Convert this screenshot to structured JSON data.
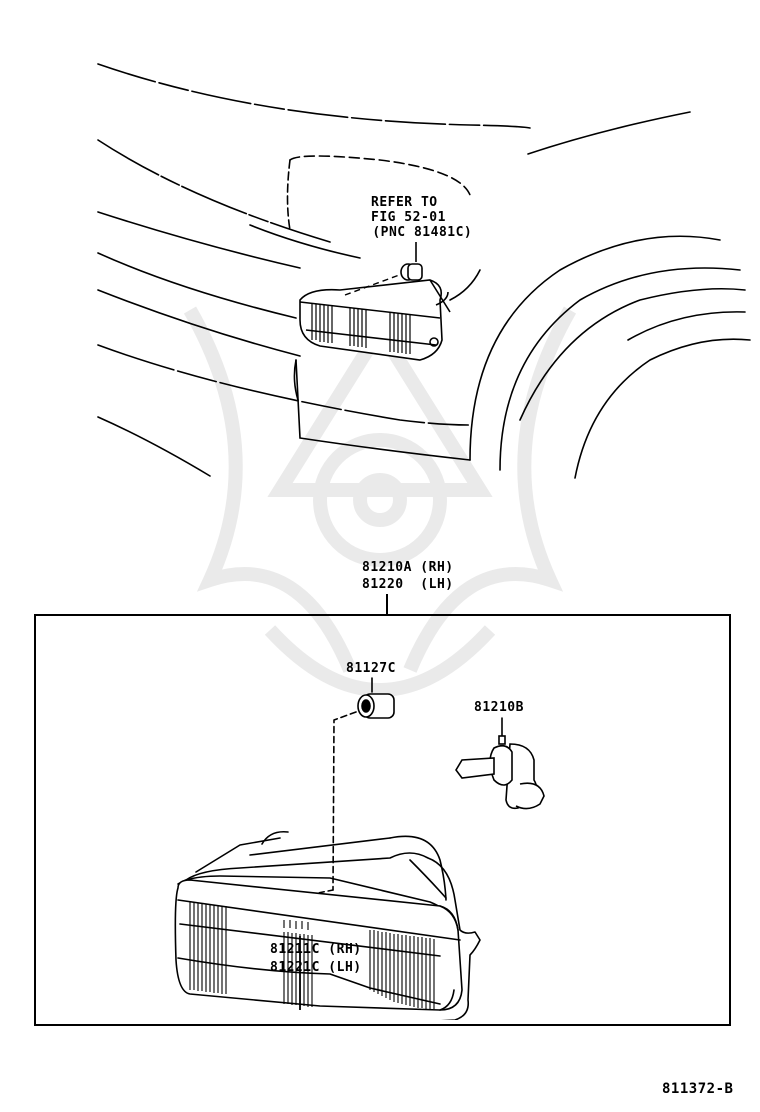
{
  "diagram": {
    "title_code": "811372-B",
    "callouts": {
      "refer": {
        "line1": "REFER TO",
        "line2": "FIG 52-01",
        "line3": " (PNC 81481C)"
      },
      "assembly": {
        "line1": "81210A (RH)",
        "line2": "81220  (LH)"
      },
      "socket": {
        "label": "81127C"
      },
      "bulb": {
        "label": "81210B"
      },
      "lens": {
        "line1": "81211C (RH)",
        "line2": "81221C (LH)"
      }
    },
    "parts": [
      {
        "pnc": "81210A",
        "side": "RH",
        "name": "front turn signal lamp assembly"
      },
      {
        "pnc": "81220",
        "side": "LH",
        "name": "front turn signal lamp assembly"
      },
      {
        "pnc": "81127C",
        "name": "lamp socket"
      },
      {
        "pnc": "81210B",
        "name": "bulb"
      },
      {
        "pnc": "81211C",
        "side": "RH",
        "name": "lens"
      },
      {
        "pnc": "81221C",
        "side": "LH",
        "name": "lens"
      },
      {
        "pnc": "81481C",
        "name": "referenced part (FIG 52-01)"
      }
    ],
    "colors": {
      "ink": "#000000",
      "background": "#ffffff",
      "watermark": "#d8d8d8"
    }
  }
}
